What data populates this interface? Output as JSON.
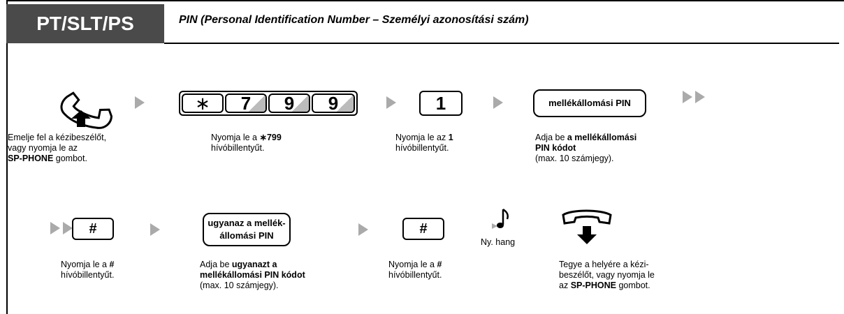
{
  "header": {
    "badge": "PT/SLT/PS",
    "title": "PIN (Personal Identification Number – Személyi azonosítási szám)"
  },
  "colors": {
    "badge_bg": "#4a4a4a",
    "arrow": "#aaaaaa",
    "key_shade": "#bbbbbb"
  },
  "icons": [
    "handset-offhook-icon",
    "handset-onhook-icon",
    "music-note-icon",
    "arrow-right-icon"
  ],
  "row1": {
    "keys": {
      "star": "∗",
      "k1": "7",
      "k2": "9",
      "k3": "9",
      "one": "1"
    },
    "pin_key": "mellékállomási PIN",
    "step1": {
      "l1": "Emelje fel a kézibeszélőt,",
      "l2": "vagy nyomja le az",
      "l3_bold": "SP-PHONE",
      "l3_rest": " gombot."
    },
    "step2": {
      "l1_pre": "Nyomja le a ",
      "l1_bold": "∗799",
      "l2": "hívóbillentyűt."
    },
    "step3": {
      "l1_pre": "Nyomja le az ",
      "l1_bold": "1",
      "l2": "hívóbillentyűt."
    },
    "step4": {
      "l1_pre": "Adja be ",
      "l1_bold": "a mellékállomási",
      "l2_bold": "PIN kódot",
      "l3": "(max. 10 számjegy)."
    }
  },
  "row2": {
    "hash": "#",
    "same_pin_l1": "ugyanaz a mellék-",
    "same_pin_l2": "állomási PIN",
    "tone": "Ny. hang",
    "step1": {
      "l1_pre": "Nyomja le a ",
      "l1_bold": "#",
      "l2": "hívóbillentyűt."
    },
    "step2": {
      "l1_pre": "Adja be ",
      "l1_bold": "ugyanazt a",
      "l2_bold": "mellékállomási PIN kódot",
      "l3": "(max. 10 számjegy)."
    },
    "step3": {
      "l1_pre": "Nyomja le a ",
      "l1_bold": "#",
      "l2": "hívóbillentyűt."
    },
    "step4": {
      "l1": "Tegye a helyére a kézi-",
      "l2": "beszélőt, vagy nyomja le",
      "l3_pre": "az ",
      "l3_bold": "SP-PHONE",
      "l3_rest": " gombot."
    }
  }
}
